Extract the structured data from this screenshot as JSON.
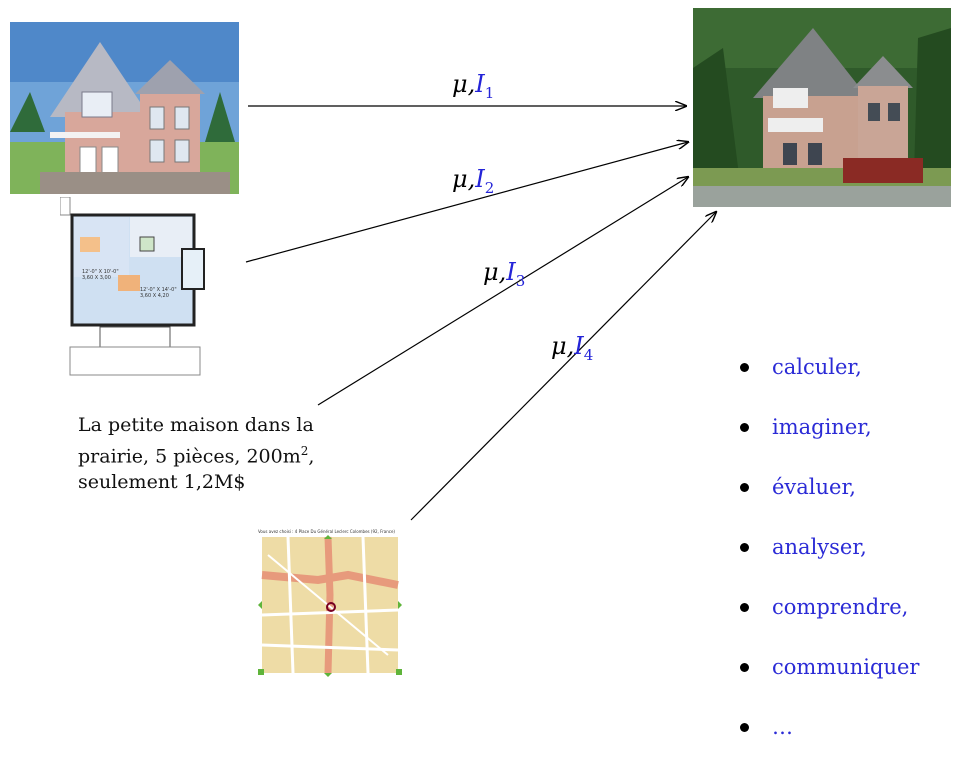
{
  "labels": {
    "arrow1": {
      "mu": "μ,",
      "i": "I",
      "sub": "1"
    },
    "arrow2": {
      "mu": "μ,",
      "i": "I",
      "sub": "2"
    },
    "arrow3": {
      "mu": "μ,",
      "i": "I",
      "sub": "3"
    },
    "arrow4": {
      "mu": "μ,",
      "i": "I",
      "sub": "4"
    }
  },
  "caption": {
    "line1": "La petite maison dans la",
    "line2a": "prairie, 5 pièces, 200m",
    "line2sup": "2",
    "line2b": ",",
    "line3": "seulement 1,2M$"
  },
  "floorplan": {
    "room1": "12'-0\" X 10'-0\"",
    "room1b": "3,60 X 3,00",
    "room2": "12'-0\" X 14'-0\"",
    "room2b": "3,60 X 4,20"
  },
  "map": {
    "header": "Vous avez choisi : 4 Place Du Général Leclerc Colombes (92, France)"
  },
  "bullets": [
    "calculer,",
    "imaginer,",
    "évaluer,",
    "analyser,",
    "comprendre,",
    "communiquer",
    "…"
  ],
  "colors": {
    "accent": "#2b2bd6"
  }
}
